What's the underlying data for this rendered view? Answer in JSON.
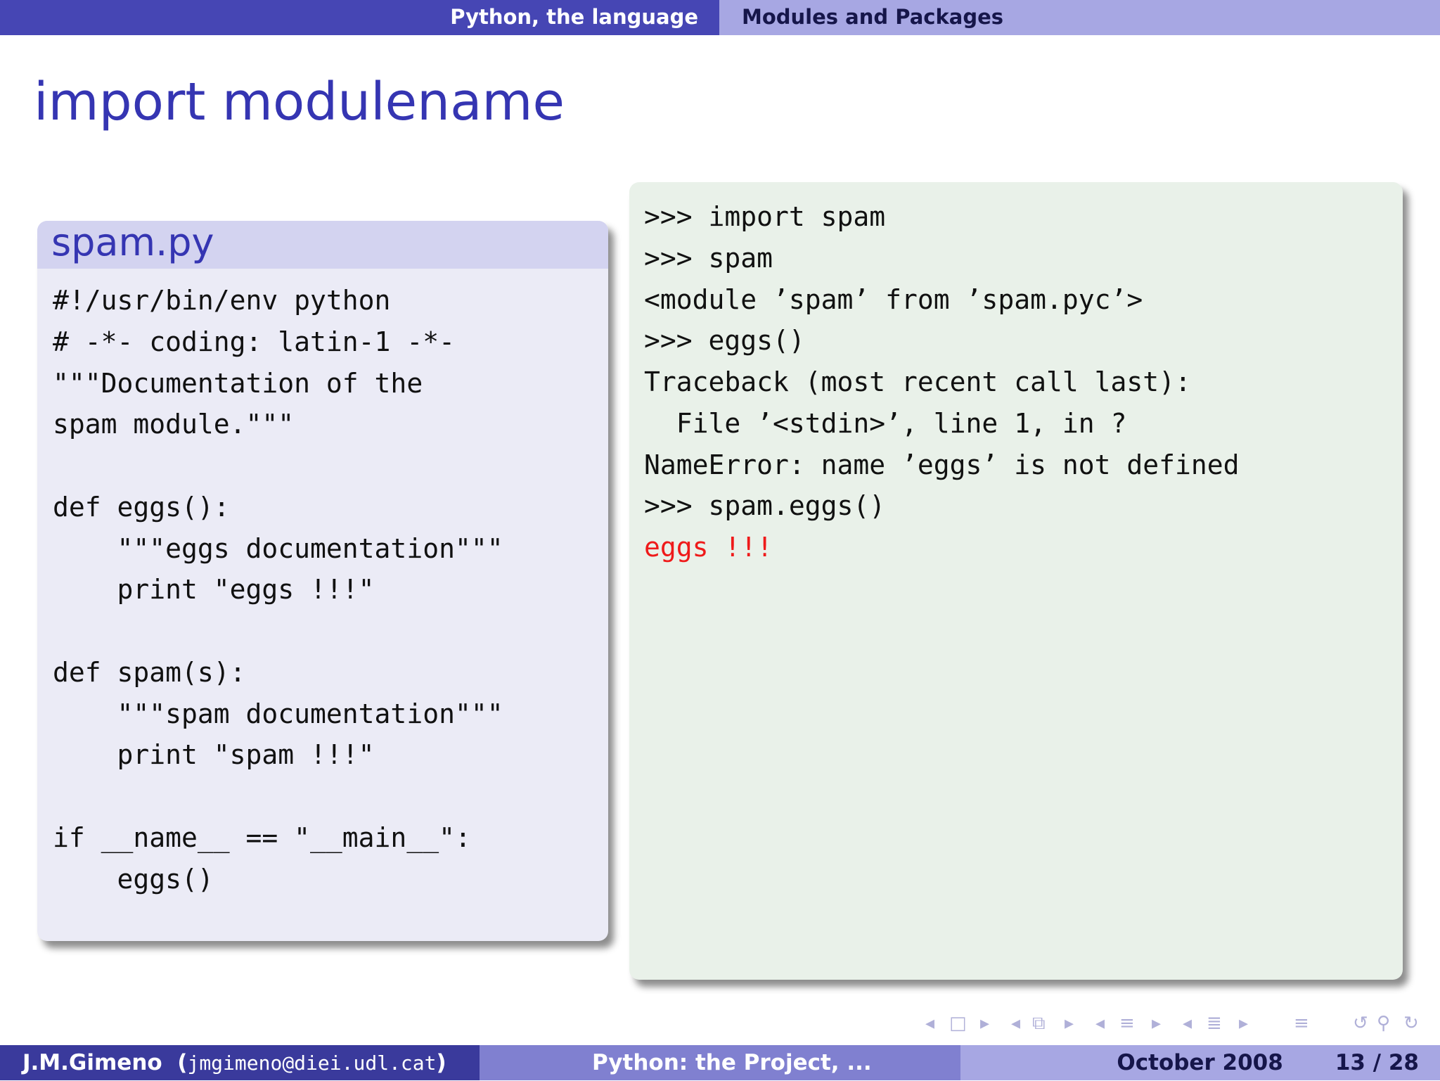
{
  "header": {
    "section": "Python, the language",
    "subsection": "Modules and Packages"
  },
  "slide": {
    "title": "import modulename"
  },
  "left_block": {
    "title": "spam.py",
    "code": "#!/usr/bin/env python\n# -*- coding: latin-1 -*-\n\"\"\"Documentation of the\nspam module.\"\"\"\n\ndef eggs():\n    \"\"\"eggs documentation\"\"\"\n    print \"eggs !!!\"\n\ndef spam(s):\n    \"\"\"spam documentation\"\"\"\n    print \"spam !!!\"\n\nif __name__ == \"__main__\":\n    eggs()"
  },
  "console": {
    "code": ">>> import spam\n>>> spam\n<module ’spam’ from ’spam.pyc’>\n>>> eggs()\nTraceback (most recent call last):\n  File ’<stdin>’, line 1, in ?\nNameError: name ’eggs’ is not defined\n>>> spam.eggs()",
    "output": "eggs !!!",
    "output_color": "#ef1a1a"
  },
  "nav_icons": [
    "prev-frame-icon",
    "frame-icon",
    "next-frame-icon",
    "prev-subsection-icon",
    "subsection-icon",
    "next-subsection-icon",
    "prev-section-icon",
    "section-icon",
    "next-section-icon",
    "prev-slide-icon",
    "slide-icon",
    "next-slide-icon",
    "appendix-icon",
    "undo-icon",
    "search-icon",
    "redo-icon"
  ],
  "footer": {
    "author": "J.M.Gimeno",
    "email": "jmgimeno@diei.udl.cat",
    "title": "Python: the Project, ...",
    "date": "October 2008",
    "page": "13 / 28"
  },
  "colors": {
    "title": "#3535b2",
    "header_dark": "#4646b4",
    "header_light": "#a7a7e3",
    "block_bg": "#ebebf6",
    "console_bg": "#e9f1e9"
  }
}
